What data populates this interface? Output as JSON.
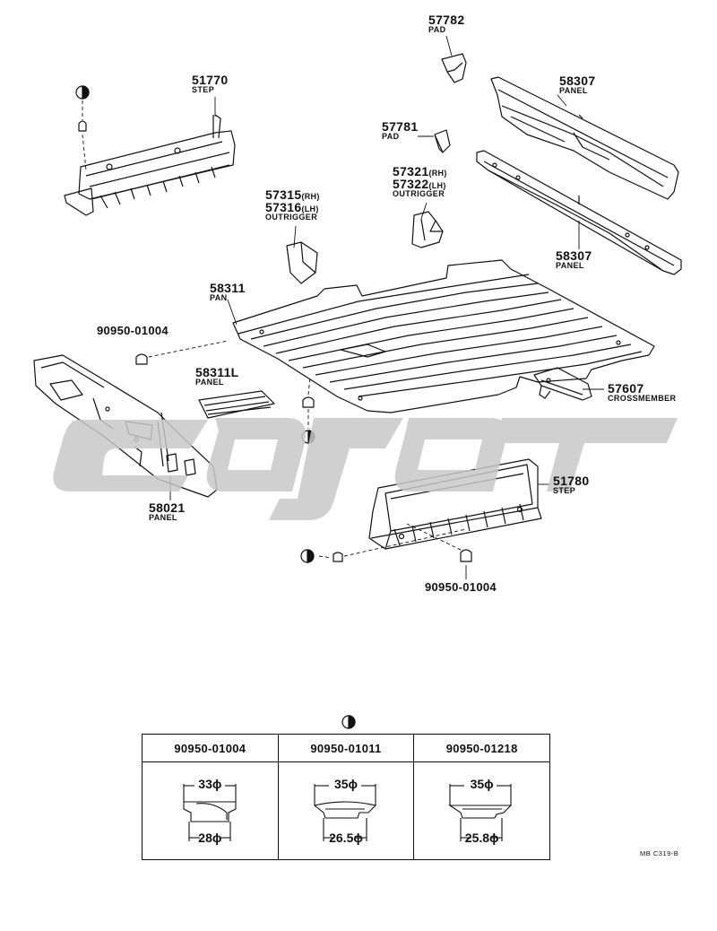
{
  "callouts": [
    {
      "id": "c57782",
      "number": "57782",
      "name": "PAD"
    },
    {
      "id": "c51770",
      "number": "51770",
      "name": "STEP"
    },
    {
      "id": "c58307a",
      "number": "58307",
      "name": "PANEL"
    },
    {
      "id": "c57781",
      "number": "57781",
      "name": "PAD"
    },
    {
      "id": "c57321",
      "number": "57321",
      "suffix": "(RH)"
    },
    {
      "id": "c57322",
      "number": "57322",
      "suffix": "(LH)",
      "name": "OUTRIGGER"
    },
    {
      "id": "c57315",
      "number": "57315",
      "suffix": "(RH)"
    },
    {
      "id": "c57316",
      "number": "57316",
      "suffix": "(LH)",
      "name": "OUTRIGGER"
    },
    {
      "id": "c58307b",
      "number": "58307",
      "name": "PANEL"
    },
    {
      "id": "c58311",
      "number": "58311",
      "name": "PAN"
    },
    {
      "id": "c9095a",
      "number": "90950-01004"
    },
    {
      "id": "c58311L",
      "number": "58311L",
      "name": "PANEL"
    },
    {
      "id": "c57607",
      "number": "57607",
      "name": "CROSSMEMBER"
    },
    {
      "id": "c51780",
      "number": "51780",
      "name": "STEP"
    },
    {
      "id": "c58021",
      "number": "58021",
      "name": "PANEL"
    },
    {
      "id": "c9095b",
      "number": "90950-01004"
    }
  ],
  "spec_table": {
    "columns": [
      {
        "part": "90950-01004",
        "top_dia": "33ϕ",
        "bottom_dia": "28ϕ"
      },
      {
        "part": "90950-01011",
        "top_dia": "35ϕ",
        "bottom_dia": "26.5ϕ"
      },
      {
        "part": "90950-01218",
        "top_dia": "35ϕ",
        "bottom_dia": "25.8ϕ"
      }
    ]
  },
  "figure_code": "MB C319-B",
  "icons": {
    "half_circle": "half-filled-circle-icon"
  },
  "colors": {
    "ink": "#111111",
    "watermark": "#c8c8c8"
  }
}
